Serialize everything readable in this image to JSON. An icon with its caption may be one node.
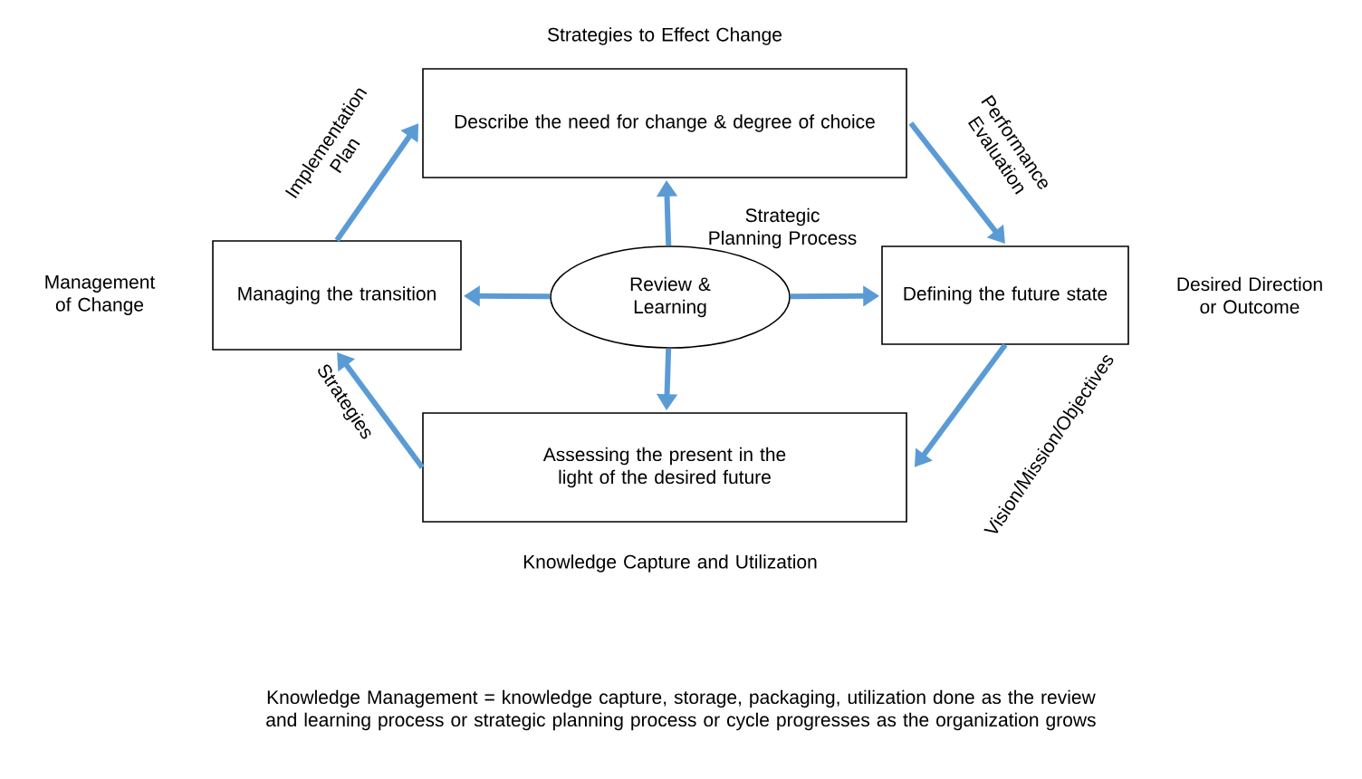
{
  "diagram": {
    "caption": "Knowledge Management = knowledge capture, storage, packaging, utilization done as the review and learning process or strategic planning process or cycle progresses as the organization grows",
    "nodes": [
      {
        "text": [
          "Describe the need for change & degree of choice"
        ],
        "beside": [
          "Strategies to Effect Change"
        ]
      },
      {
        "text": [
          "Managing the transition"
        ],
        "beside": [
          "Management of Change"
        ]
      },
      {
        "text": [
          "Review & Learning"
        ],
        "beside": [
          "Strategic Planning Process"
        ]
      },
      {
        "text": [
          "Defining the future state"
        ],
        "beside": [
          "Desired Direction or Outcome"
        ]
      },
      {
        "text": [
          "Assessing the present in the light of the desired future"
        ],
        "beside": [
          "Knowledge Capture and Utilization"
        ]
      }
    ],
    "edges": [
      {
        "from": 2,
        "to": 0,
        "arrow": "to"
      },
      {
        "from": 2,
        "to": 1,
        "arrow": "to"
      },
      {
        "from": 2,
        "to": 3,
        "arrow": "to"
      },
      {
        "from": 2,
        "to": 4,
        "arrow": "to"
      },
      {
        "from": 1,
        "to": 0,
        "arrow": "to",
        "label": "Implementation Plan"
      },
      {
        "from": 0,
        "to": 3,
        "arrow": "to",
        "label": "Performance Evaluation"
      },
      {
        "from": 3,
        "to": 4,
        "arrow": "to",
        "label": "Vision/Mission/Objectives"
      },
      {
        "from": 4,
        "to": 1,
        "arrow": "to",
        "label": "Strategies"
      }
    ]
  }
}
